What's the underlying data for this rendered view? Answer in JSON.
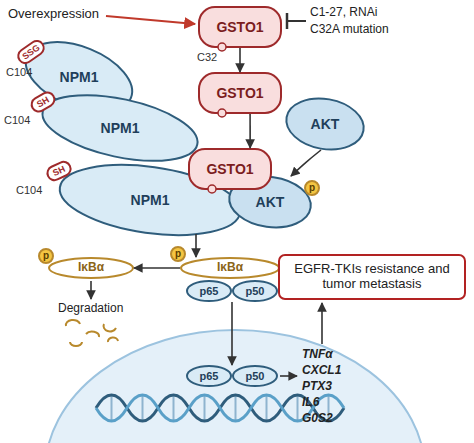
{
  "diagram": {
    "nodes": [
      {
        "text": [
          "GSTO1"
        ]
      },
      {
        "text": [
          "SSG"
        ]
      },
      {
        "text": [
          "NPM1"
        ]
      },
      {
        "text": [
          "GSTO1"
        ]
      },
      {
        "text": [
          "SH"
        ]
      },
      {
        "text": [
          "NPM1"
        ]
      },
      {
        "text": [
          "AKT"
        ]
      },
      {
        "text": [
          "GSTO1"
        ]
      },
      {
        "text": [
          "SH"
        ]
      },
      {
        "text": [
          "NPM1"
        ]
      },
      {
        "text": [
          "AKT"
        ]
      },
      {
        "text": [
          "p"
        ]
      },
      {
        "text": [
          "p"
        ]
      },
      {
        "text": [
          "IκBα"
        ]
      },
      {
        "text": [
          "p"
        ]
      },
      {
        "text": [
          "IκBα"
        ]
      },
      {
        "text": [
          "p65"
        ]
      },
      {
        "text": [
          "p50"
        ]
      },
      {
        "text": [
          "p65"
        ]
      },
      {
        "text": [
          "p50"
        ]
      },
      {
        "text": [
          "EGFR-TKIs resistance and tumor metastasis"
        ]
      }
    ],
    "edges": [
      {
        "from": 0,
        "to": 3,
        "arrow": "to"
      },
      {
        "from": 3,
        "to": 7,
        "arrow": "to"
      },
      {
        "from": 6,
        "to": 10,
        "arrow": "to"
      },
      {
        "from": 9,
        "to": 15,
        "arrow": "to"
      },
      {
        "from": 15,
        "to": 13,
        "arrow": "to"
      },
      {
        "from": 16,
        "to": 18,
        "arrow": "to"
      }
    ],
    "labels": [
      "Overexpression",
      "C1-27, RNAi",
      "C32A mutation",
      "C104",
      "C32",
      "C104",
      "C104",
      "Degradation",
      "TNFα",
      "CXCL1",
      "PTX3",
      "IL6",
      "G0S2"
    ]
  }
}
